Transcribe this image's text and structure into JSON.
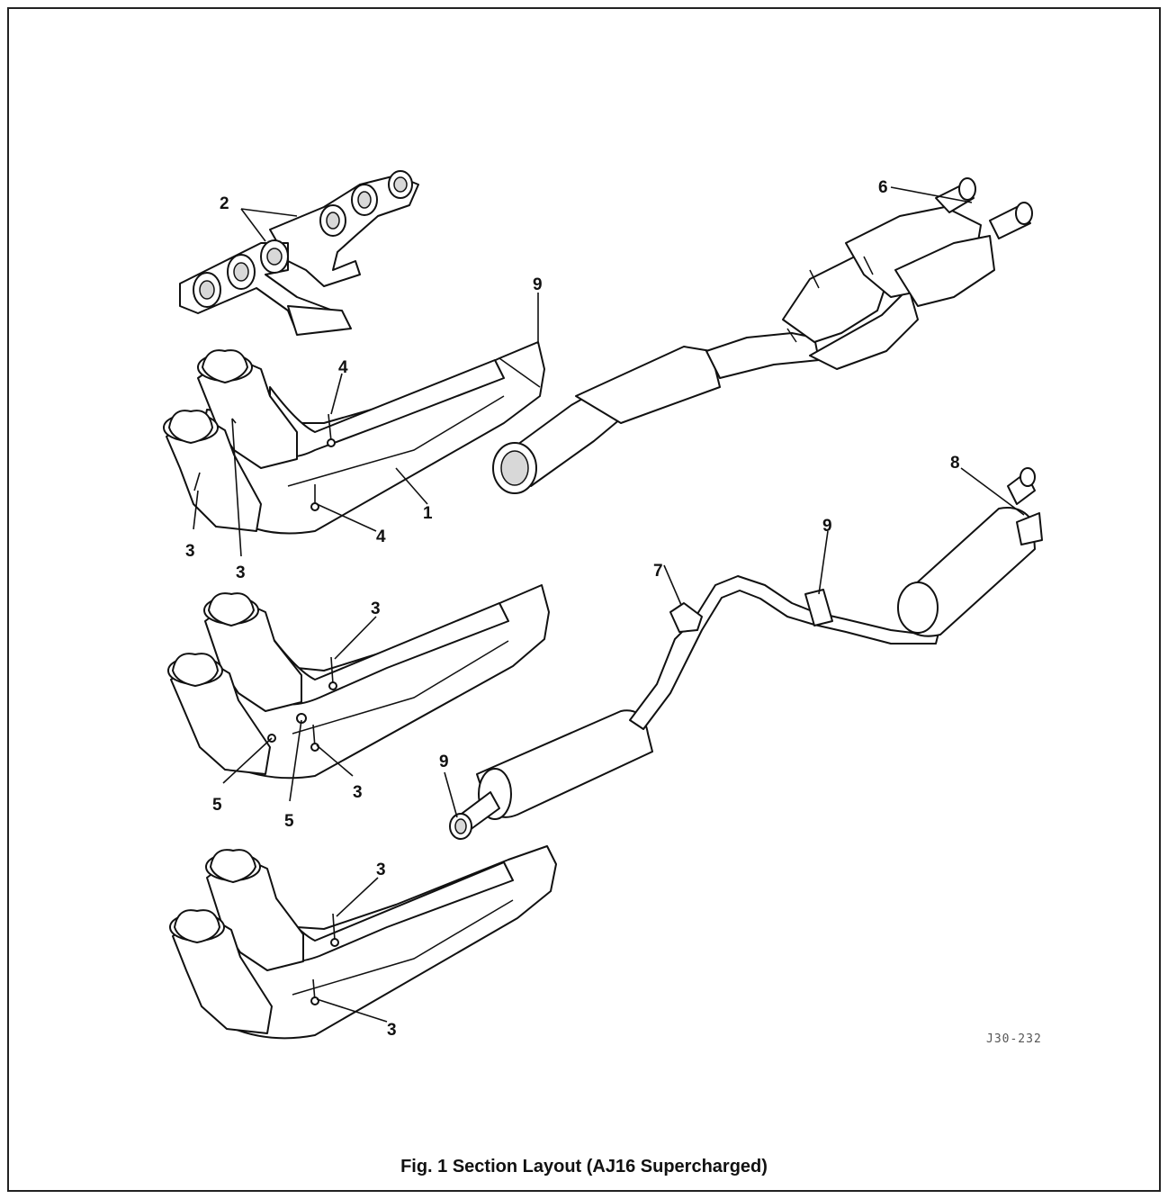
{
  "caption": "Fig. 1  Section Layout (AJ16 Supercharged)",
  "reference_code": "J30-232",
  "callouts": {
    "c1": "1",
    "c2": "2",
    "c3a": "3",
    "c3b": "3",
    "c3c": "3",
    "c3d": "3",
    "c3e": "3",
    "c3f": "3",
    "c4a": "4",
    "c4b": "4",
    "c5a": "5",
    "c5b": "5",
    "c6": "6",
    "c7": "7",
    "c8": "8",
    "c9a": "9",
    "c9b": "9",
    "c9c": "9"
  }
}
